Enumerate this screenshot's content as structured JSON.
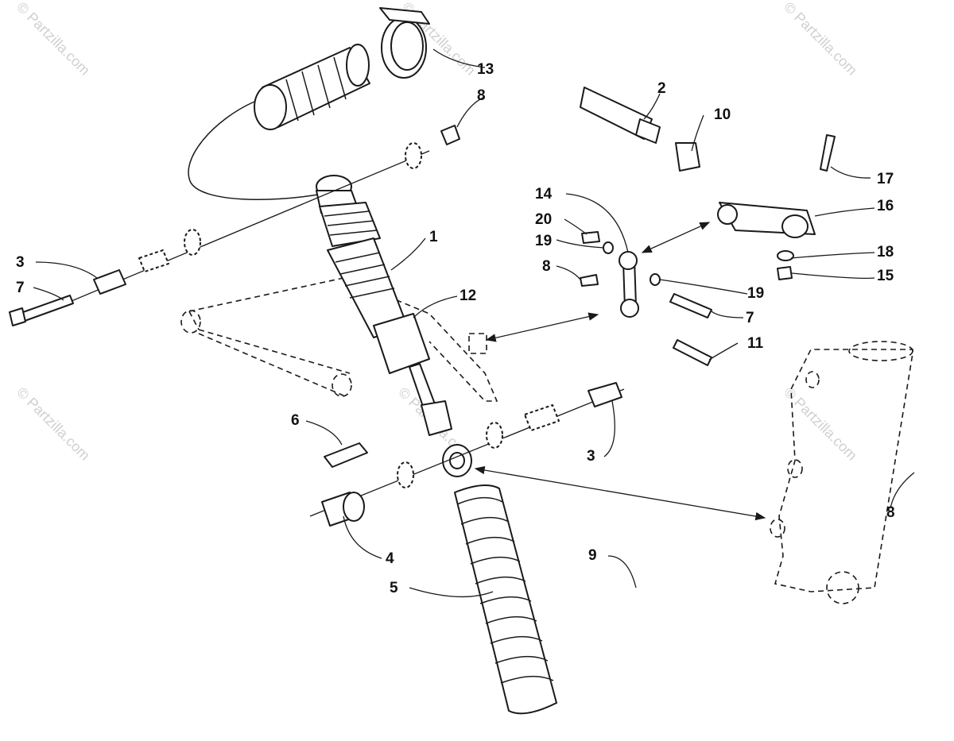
{
  "watermark": "© Partzilla.com",
  "callouts": {
    "c1": "1",
    "c2": "2",
    "c3a": "3",
    "c3b": "3",
    "c4": "4",
    "c5": "5",
    "c6": "6",
    "c7a": "7",
    "c7b": "7",
    "c8a": "8",
    "c8b": "8",
    "c8c": "8",
    "c9": "9",
    "c10": "10",
    "c11": "11",
    "c12": "12",
    "c13": "13",
    "c14": "14",
    "c15": "15",
    "c16": "16",
    "c17": "17",
    "c18": "18",
    "c19a": "19",
    "c19b": "19",
    "c20": "20"
  },
  "colors": {
    "ink": "#1a1a1a",
    "watermark": "#d0d0d0"
  }
}
